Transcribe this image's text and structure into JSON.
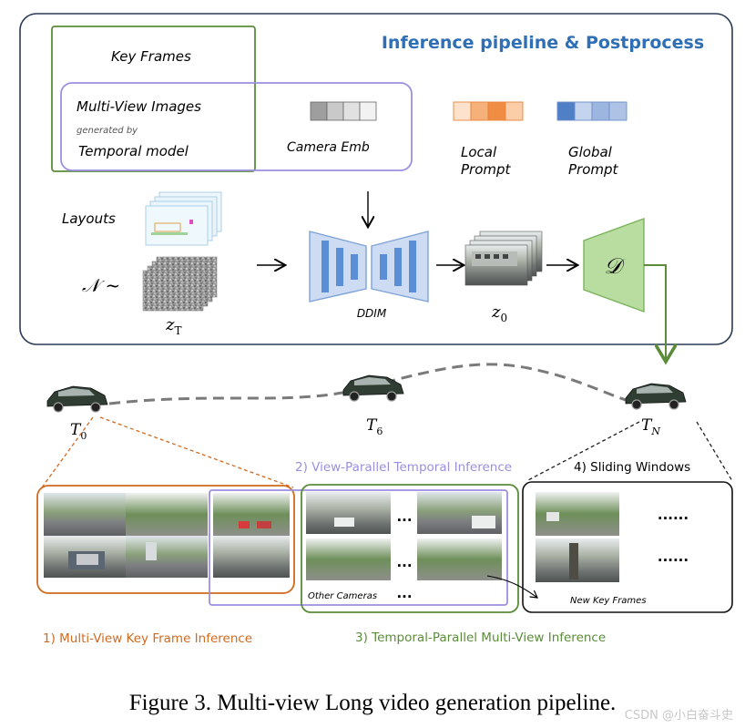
{
  "pipeline": {
    "title": "Inference pipeline & Postprocess",
    "key_frames": "Key Frames",
    "multi_view_images": "Multi-View Images",
    "generated_by": "generated by",
    "temporal_model": "Temporal model",
    "camera_emb": "Camera Emb",
    "local_prompt_1": "Local",
    "local_prompt_2": "Prompt",
    "global_prompt_1": "Global",
    "global_prompt_2": "Prompt",
    "layouts": "Layouts",
    "noise_symbol": "𝒩 ~",
    "z_t": "z",
    "z_t_sub": "T",
    "ddim": "DDIM",
    "z_0": "z",
    "z_0_sub": "0",
    "decoder": "𝒟"
  },
  "trajectory": {
    "t0": "T",
    "t0_sub": "0",
    "t6": "T",
    "t6_sub": "6",
    "tn": "T",
    "tn_sub": "N"
  },
  "stages": {
    "s1": "1) Multi-View Key Frame Inference",
    "s2": "2) View-Parallel Temporal Inference",
    "s3": "3) Temporal-Parallel Multi-View Inference",
    "s4": "4) Sliding Windows",
    "other_cameras": "Other  Cameras",
    "new_key_frames": "New Key Frames",
    "ellipsis_short": "...",
    "ellipsis_long": "......"
  },
  "caption": "Figure 3. Multi-view Long video generation pipeline.",
  "watermark": "CSDN @小白奋斗史",
  "colors": {
    "blue_title": "#2f6fb5",
    "green": "#5b8c3a",
    "purple": "#9c8fe0",
    "orange": "#d06a1f",
    "box_border": "#2a3a55",
    "unet": "#7fa3d8",
    "decoder": "#a7d38b"
  }
}
